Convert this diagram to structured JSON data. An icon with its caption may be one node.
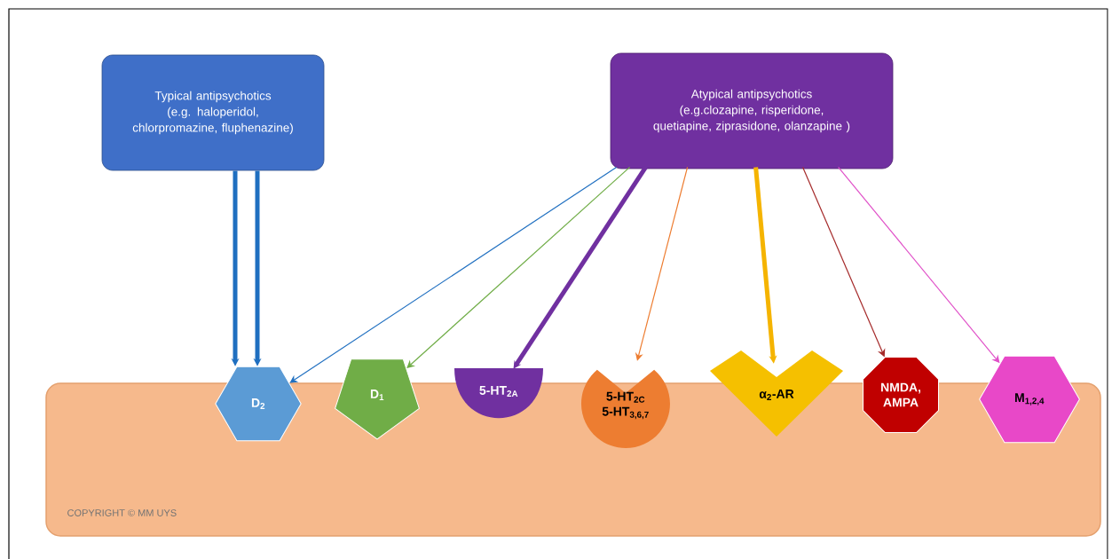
{
  "diagram": {
    "nodes": [
      {
        "text": [
          "Typical antipsychotics",
          "(e.g. haloperidol, chlorpromazine, fluphenazine)"
        ]
      },
      {
        "text": [
          "Atypical antipsychotics",
          "(e.g.clozapine, risperidone, quetiapine, ziprasidone, olanzapine )"
        ]
      },
      {
        "text": [
          "D$_{2}$"
        ]
      },
      {
        "text": [
          "D$_{1}$"
        ]
      },
      {
        "text": [
          "5-HT$_{2A}$"
        ]
      },
      {
        "text": [
          "5-HT$_{2C}$",
          "5-HT$_{3,6,7}$"
        ]
      },
      {
        "text": [
          "α$_{2}$-AR"
        ]
      },
      {
        "text": [
          "NMDA, AMPA"
        ]
      },
      {
        "text": [
          "M$_{1,2,4}$"
        ]
      }
    ],
    "edges": [
      {
        "from": 0,
        "to": 2,
        "arrow": "to",
        "style": "thick",
        "color": "#1f6fc0"
      },
      {
        "from": 0,
        "to": 2,
        "arrow": "to",
        "style": "thick",
        "color": "#1f6fc0"
      },
      {
        "from": 1,
        "to": 2,
        "arrow": "to",
        "color": "#1f6fc0"
      },
      {
        "from": 1,
        "to": 3,
        "arrow": "to",
        "color": "#70ad47"
      },
      {
        "from": 1,
        "to": 4,
        "arrow": "to",
        "style": "thick",
        "color": "#7030a0"
      },
      {
        "from": 1,
        "to": 5,
        "arrow": "to",
        "color": "#ed7d31"
      },
      {
        "from": 1,
        "to": 6,
        "arrow": "to",
        "style": "thick",
        "color": "#f5b400"
      },
      {
        "from": 1,
        "to": 7,
        "arrow": "to",
        "color": "#a52a2a"
      },
      {
        "from": 1,
        "to": 8,
        "arrow": "to",
        "color": "#e050c8"
      }
    ],
    "labels": [
      "COPYRIGHT © MM UYS"
    ]
  }
}
